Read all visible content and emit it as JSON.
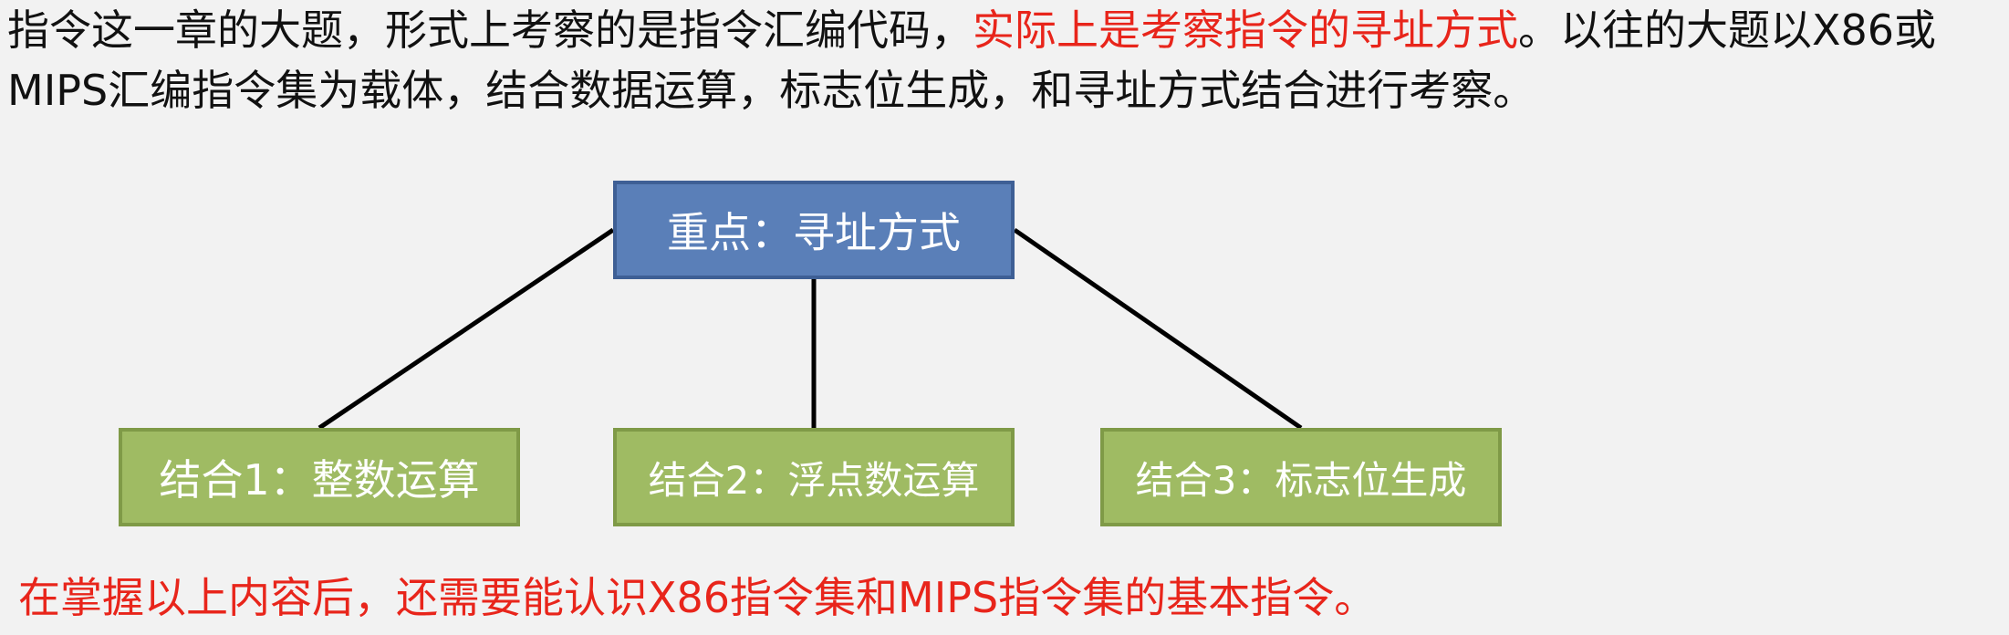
{
  "intro": {
    "part1": "指令这一章的大题，形式上考察的是指令汇编代码，",
    "highlight": "实际上是考察指令的寻址方式",
    "part2": "。以往的大题以X86或MIPS汇编指令集为载体，结合数据运算，标志位生成，和寻址方式结合进行考察。"
  },
  "diagram": {
    "root": "重点：寻址方式",
    "children": [
      "结合1：整数运算",
      "结合2：浮点数运算",
      "结合3：标志位生成"
    ],
    "colors": {
      "root_fill": "#5a7fb8",
      "child_fill": "#9fbb63",
      "connector": "#000000"
    }
  },
  "note": "在掌握以上内容后，还需要能认识X86指令集和MIPS指令集的基本指令。"
}
